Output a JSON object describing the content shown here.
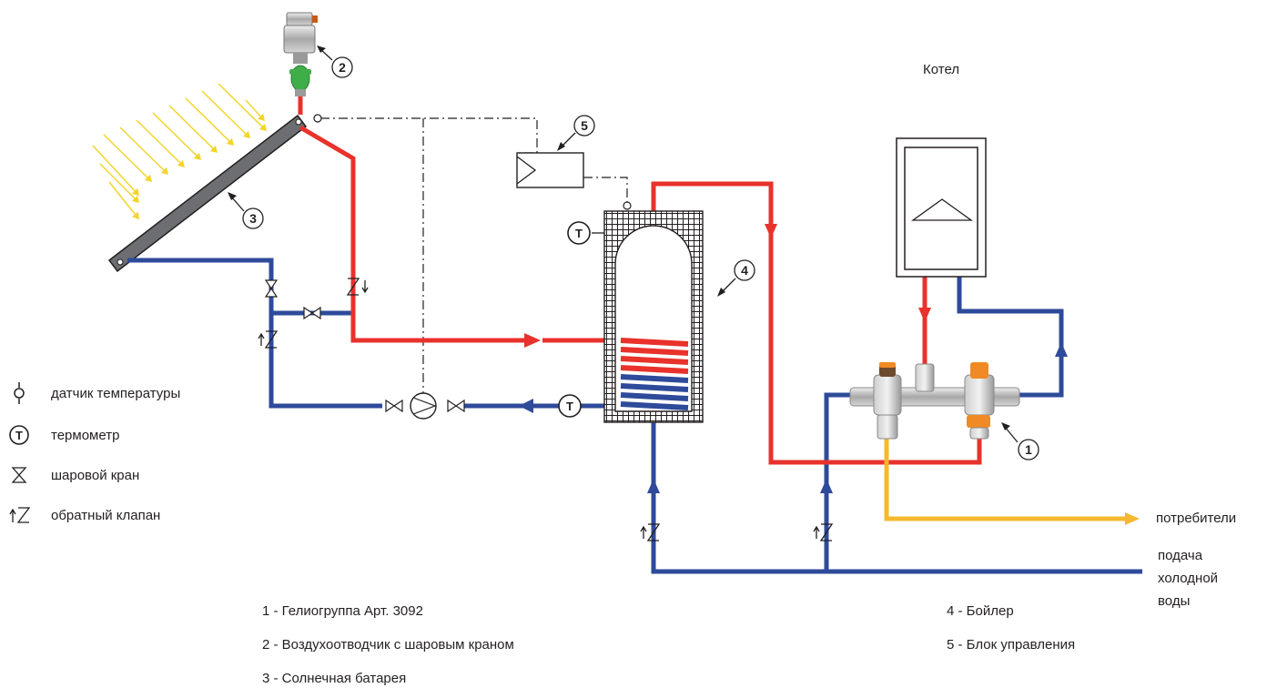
{
  "boiler_label": "Котел",
  "consumers_label": "потребители",
  "cold_water_label": [
    "подача",
    "холодной",
    "воды"
  ],
  "callouts": [
    "1",
    "2",
    "3",
    "4",
    "5"
  ],
  "thermometer_symbol": "T",
  "legend": [
    {
      "icon": "temperature-sensor-icon",
      "label": "датчик температуры"
    },
    {
      "icon": "thermometer-icon",
      "label": "термометр"
    },
    {
      "icon": "ball-valve-icon",
      "label": "шаровой кран"
    },
    {
      "icon": "check-valve-icon",
      "label": "обратный клапан"
    }
  ],
  "components": [
    "1 - Гелиогруппа Арт.  3092",
    "2 - Воздухоотводчик с шаровым краном",
    "3 - Солнечная батарея",
    "4 - Бойлер",
    "5 - Блок управления"
  ],
  "colors": {
    "hot": "#e8322b",
    "cold": "#2e4a9a",
    "mixed": "#f5b82e",
    "collector": "#6d6e71",
    "sun_rays": "#f2d52a",
    "valve_green": "#3fae49",
    "handle_orange": "#f08a24",
    "outline": "#231f20"
  }
}
